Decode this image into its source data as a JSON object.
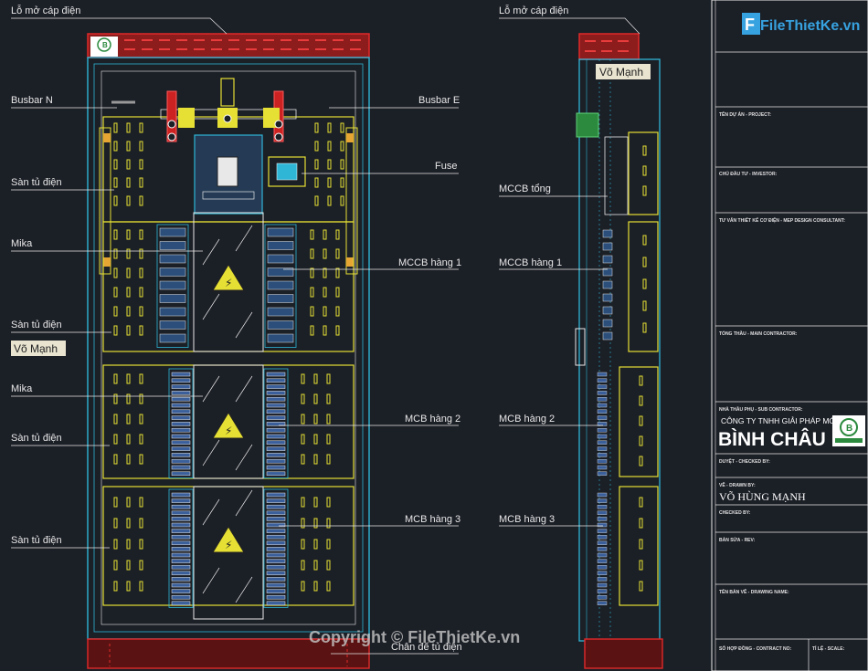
{
  "labels_left": {
    "lo_mo_cap": "Lỗ mở cáp điện",
    "busbar_n": "Busbar N",
    "san_tu_1": "Sàn tủ điện",
    "mika_1": "Mika",
    "san_tu_2": "Sàn tủ điện",
    "mika_2": "Mika",
    "san_tu_3": "Sàn tủ điện",
    "san_tu_4": "Sàn tủ điện",
    "chan_de": "Chân đế tủ điện"
  },
  "labels_mid": {
    "busbar_e": "Busbar E",
    "fuse": "Fuse",
    "mccb_hang_1": "MCCB hàng 1",
    "mcb_hang_2": "MCB hàng 2",
    "mcb_hang_3": "MCB hàng 3"
  },
  "labels_side": {
    "lo_mo_cap": "Lỗ mở cáp điện",
    "mccb_tong": "MCCB tổng",
    "mccb_hang_1": "MCCB hàng 1",
    "mcb_hang_2": "MCB hàng 2",
    "mcb_hang_3": "MCB hàng 3"
  },
  "tags": {
    "author_tag_1": "Võ Mạnh",
    "author_tag_2": "Võ Mạnh"
  },
  "watermark": {
    "copyright": "Copyright © FileThietKe.vn",
    "logo": "FileThietKe.vn"
  },
  "title_block": {
    "project": "TÊN DỰ ÁN - PROJECT:",
    "investor": "CHỦ ĐẦU TƯ - INVESTOR:",
    "design_consultant": "TƯ VẤN THIẾT KẾ CƠ ĐIỆN - MEP DESIGN CONSULTANT:",
    "main_contractor": "TỔNG THẦU - MAIN CONTRACTOR:",
    "sub_contractor": "NHÀ THẦU PHỤ - SUB CONTRACTOR:",
    "company_line": "CÔNG TY TNHH GIẢI PHÁP MỚI",
    "company_name": "BÌNH CHÂU",
    "checked": "DUYỆT - CHECKED BY:",
    "drawn": "VẼ - DRAWN BY:",
    "author": "VÕ HÙNG MẠNH",
    "checked2": "CHECKED BY:",
    "rev": "BẢN SỬA - REV:",
    "drawing_name": "TÊN BẢN VẼ - DRAWING NAME:",
    "contract_no": "SỐ HỢP ĐỒNG - CONTRACT NO:",
    "scale": "TỈ LỆ - SCALE:"
  },
  "colors": {
    "background": "#1b1f26",
    "yellow": "#e6e034",
    "cyan": "#2fb6d6",
    "red": "#d12a2a",
    "white": "#e8e8e8"
  }
}
